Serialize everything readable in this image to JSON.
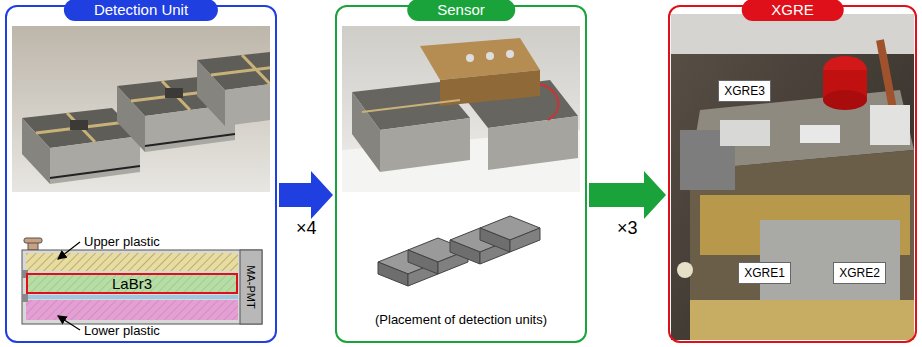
{
  "diagram": {
    "nodes": [
      {
        "text": [
          "Detection Unit"
        ]
      },
      {
        "text": [
          "Sensor"
        ]
      },
      {
        "text": [
          "XGRE"
        ]
      },
      {
        "text": [
          "LaBr3"
        ],
        "in": 0
      },
      {
        "text": [
          "XGRE3"
        ],
        "in": 2
      },
      {
        "text": [
          "XGRE1"
        ],
        "in": 2
      },
      {
        "text": [
          "XGRE2"
        ],
        "in": 2
      }
    ],
    "edges": [
      {
        "from": 0,
        "to": 1,
        "arrow": "to",
        "label": "×4"
      },
      {
        "from": 1,
        "to": 2,
        "arrow": "to",
        "label": "×3"
      }
    ],
    "labels": [
      "Upper plastic",
      "Lower plastic",
      "MA-PMT",
      "(Placement of detection units)"
    ]
  }
}
